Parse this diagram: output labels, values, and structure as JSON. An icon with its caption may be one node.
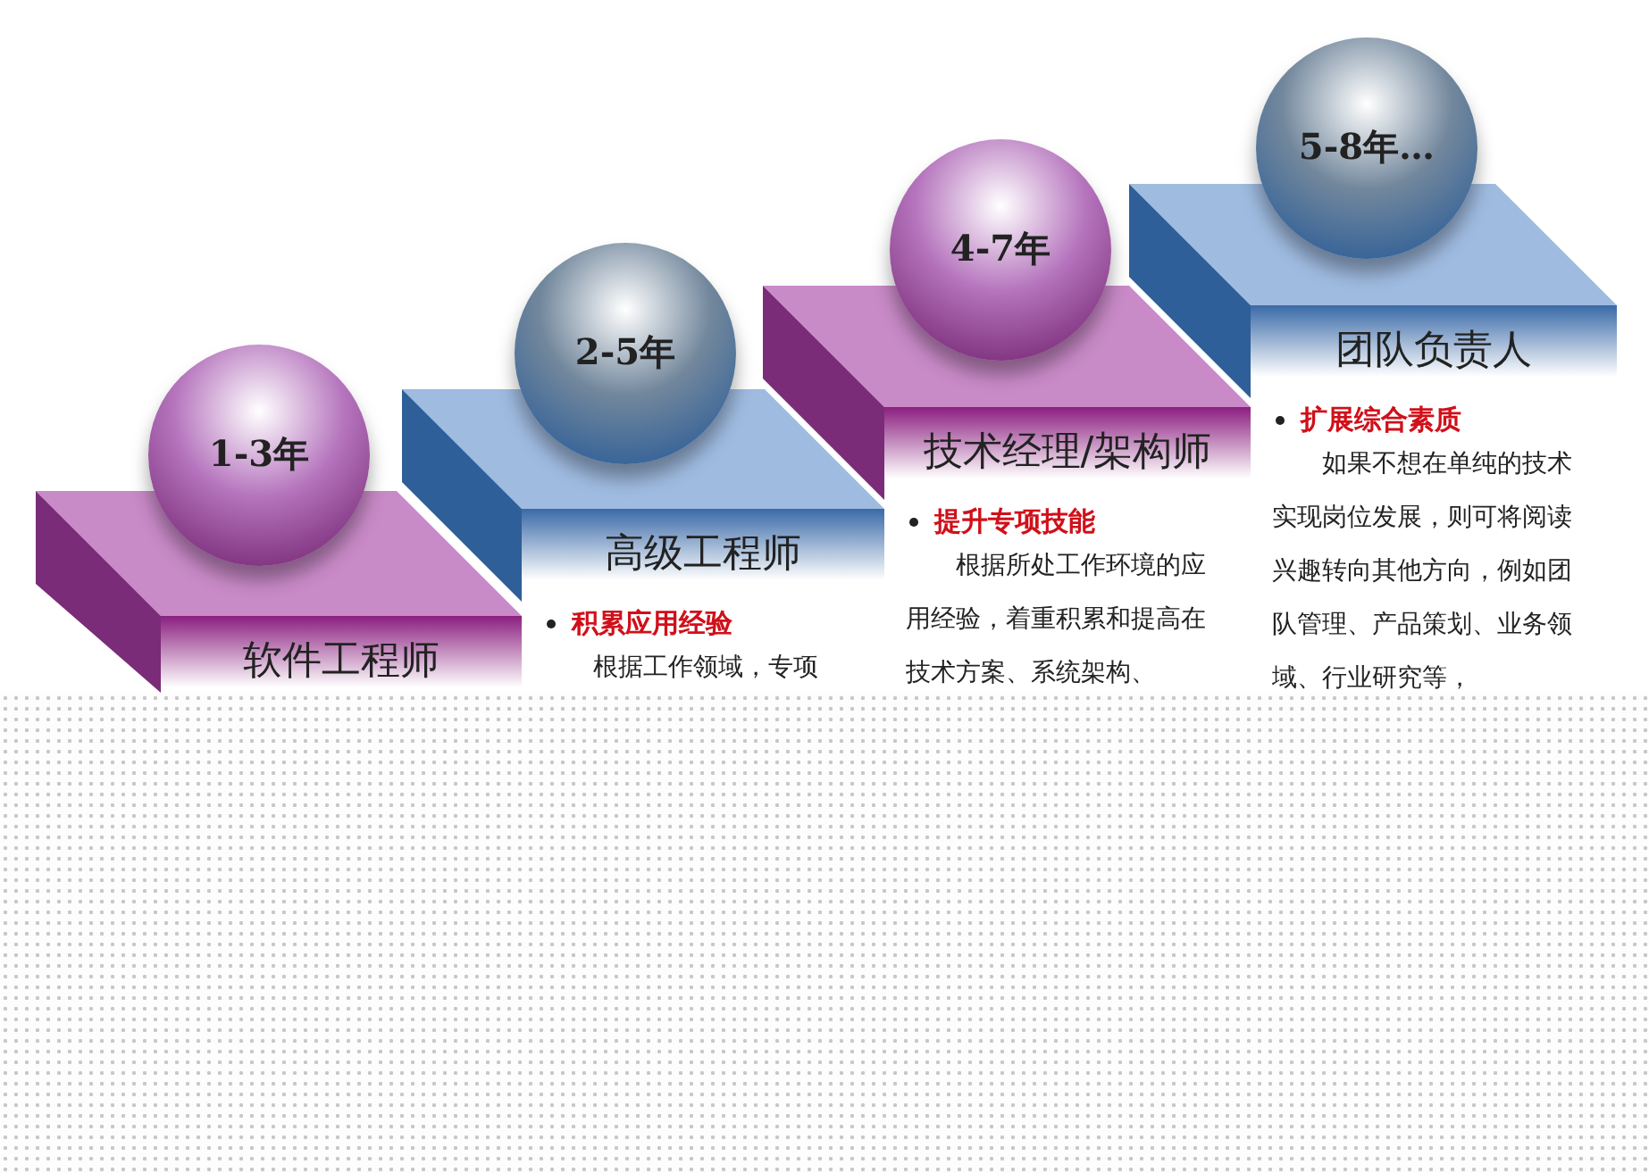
{
  "diagram": {
    "nodes": [
      {
        "text": [
          "1-3年"
        ]
      },
      {
        "text": [
          "软件工程师"
        ]
      },
      {
        "text": [
          "2-5年"
        ]
      },
      {
        "text": [
          "高级工程师",
          "积累应用经验",
          "根据工作领域，专项"
        ]
      },
      {
        "text": [
          "4-7年"
        ]
      },
      {
        "text": [
          "技术经理/架构师",
          "提升专项技能",
          "根据所处工作环境的应用经验，着重积累和提高在技术方案、系统架构、"
        ]
      },
      {
        "text": [
          "5-8年…"
        ]
      },
      {
        "text": [
          "团队负责人",
          "扩展综合素质",
          "如果不想在单纯的技术实现岗位发展，则可将阅读兴趣转向其他方向，例如团队管理、产品策划、业务领域、行业研究等，"
        ]
      }
    ]
  }
}
